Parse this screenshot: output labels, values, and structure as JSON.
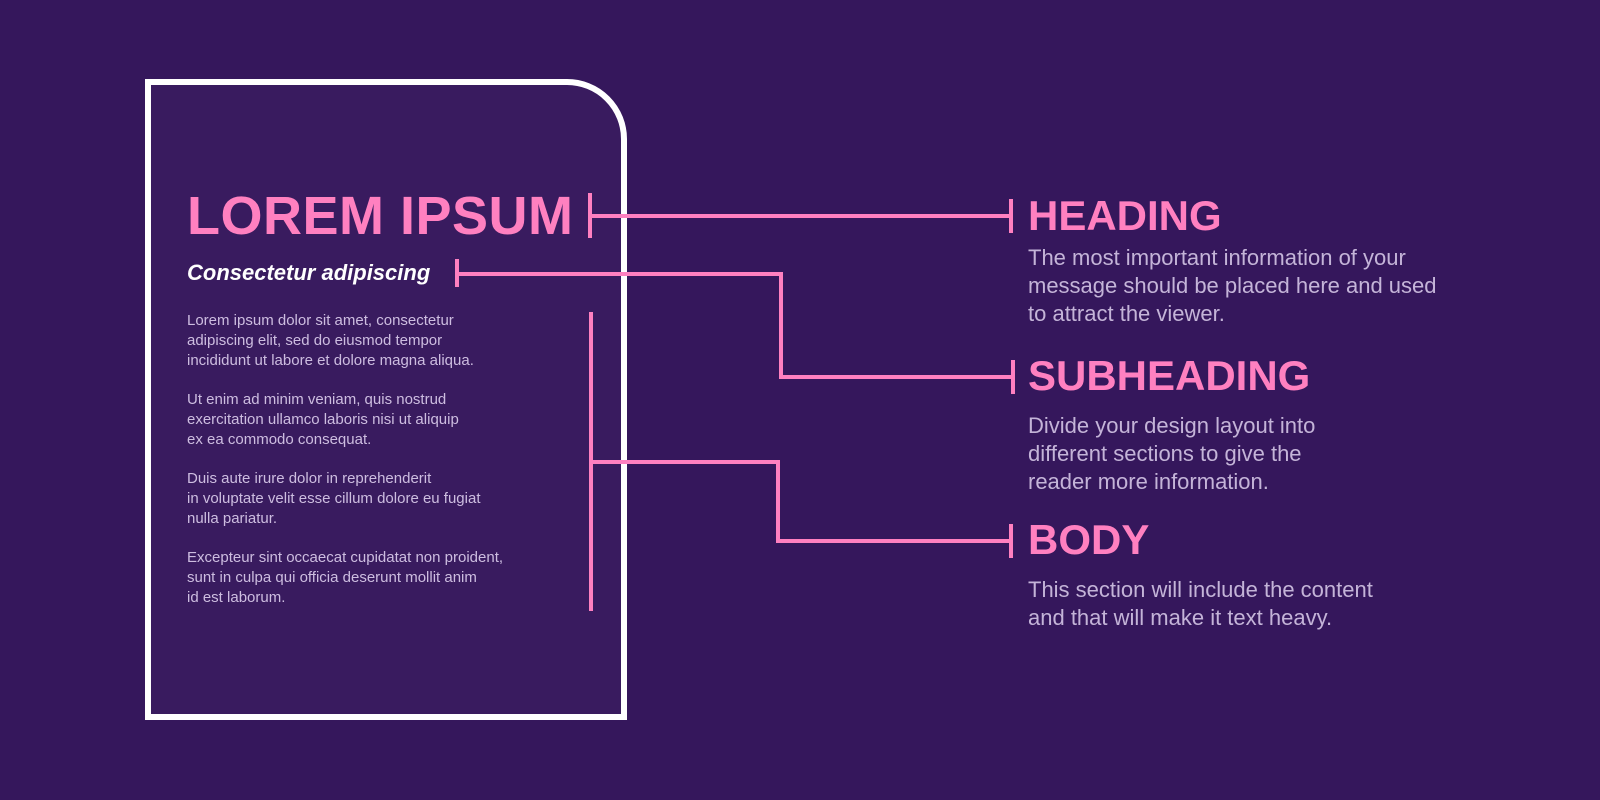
{
  "card": {
    "title": "LOREM IPSUM",
    "subtitle": "Consectetur adipiscing",
    "paragraphs": [
      [
        "Lorem ipsum dolor sit amet, consectetur",
        "adipiscing elit, sed do eiusmod tempor",
        "incididunt ut labore et dolore magna aliqua."
      ],
      [
        "Ut enim ad minim veniam, quis nostrud",
        "exercitation ullamco laboris nisi ut aliquip",
        "ex ea commodo consequat."
      ],
      [
        "Duis aute irure dolor in reprehenderit",
        "in voluptate velit esse cillum dolore eu fugiat",
        "nulla pariatur."
      ],
      [
        "Excepteur sint occaecat cupidatat non proident,",
        "sunt in culpa qui officia deserunt mollit anim",
        "id est laborum."
      ]
    ]
  },
  "annotations": [
    {
      "title": "HEADING",
      "lines": [
        "The most important information of your",
        "message should be placed here and used",
        "to attract the viewer."
      ]
    },
    {
      "title": "SUBHEADING",
      "lines": [
        "Divide your design layout into",
        "different sections to give the",
        "reader more information."
      ]
    },
    {
      "title": "BODY",
      "lines": [
        "This section will include the content",
        "and that will make it text heavy."
      ]
    }
  ],
  "colors": {
    "background": "#35175c",
    "accent": "#ff80c0",
    "border": "#ffffff",
    "muted_text": "#c4b4d8"
  }
}
